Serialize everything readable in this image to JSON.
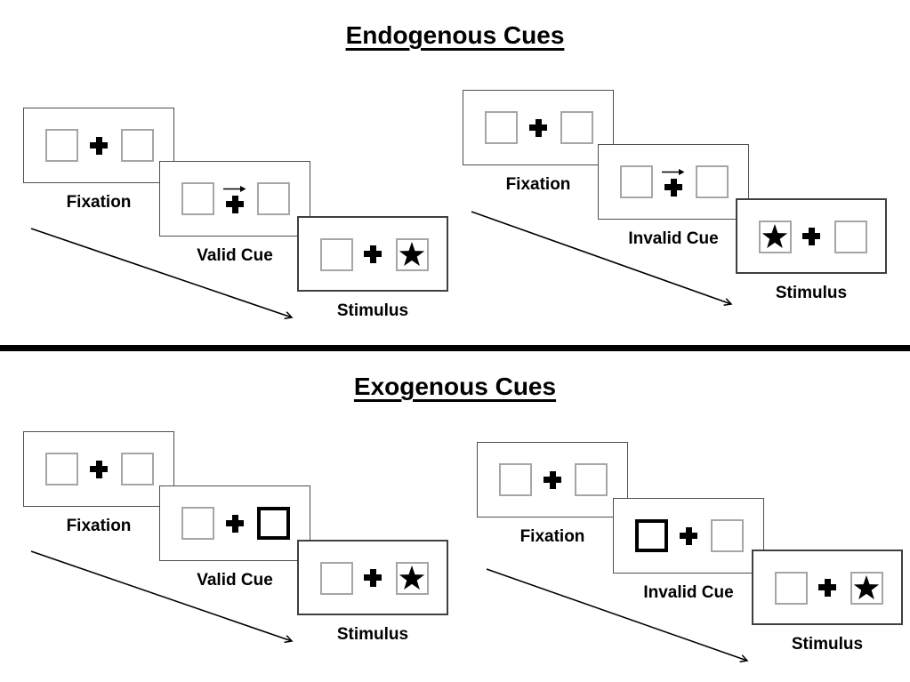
{
  "sections": [
    {
      "title": "Endogenous Cues",
      "panels": [
        {
          "name": "valid-trial",
          "steps": [
            {
              "label": "Fixation",
              "type": "fixation"
            },
            {
              "label": "Valid Cue",
              "type": "central-arrow-cue",
              "cue_direction": "right"
            },
            {
              "label": "Stimulus",
              "type": "stimulus",
              "star_side": "right"
            }
          ]
        },
        {
          "name": "invalid-trial",
          "steps": [
            {
              "label": "Fixation",
              "type": "fixation"
            },
            {
              "label": "Invalid Cue",
              "type": "central-arrow-cue",
              "cue_direction": "right"
            },
            {
              "label": "Stimulus",
              "type": "stimulus",
              "star_side": "left"
            }
          ]
        }
      ]
    },
    {
      "title": "Exogenous Cues",
      "panels": [
        {
          "name": "valid-trial",
          "steps": [
            {
              "label": "Fixation",
              "type": "fixation"
            },
            {
              "label": "Valid Cue",
              "type": "peripheral-highlight-cue",
              "highlight_side": "right"
            },
            {
              "label": "Stimulus",
              "type": "stimulus",
              "star_side": "right"
            }
          ]
        },
        {
          "name": "invalid-trial",
          "steps": [
            {
              "label": "Fixation",
              "type": "fixation"
            },
            {
              "label": "Invalid Cue",
              "type": "peripheral-highlight-cue",
              "highlight_side": "left"
            },
            {
              "label": "Stimulus",
              "type": "stimulus",
              "star_side": "right"
            }
          ]
        }
      ]
    }
  ],
  "colors": {
    "ink": "#000000",
    "card_border": "#4f4f4f",
    "placeholder_box_border": "#a6a6a6",
    "background": "#ffffff"
  }
}
